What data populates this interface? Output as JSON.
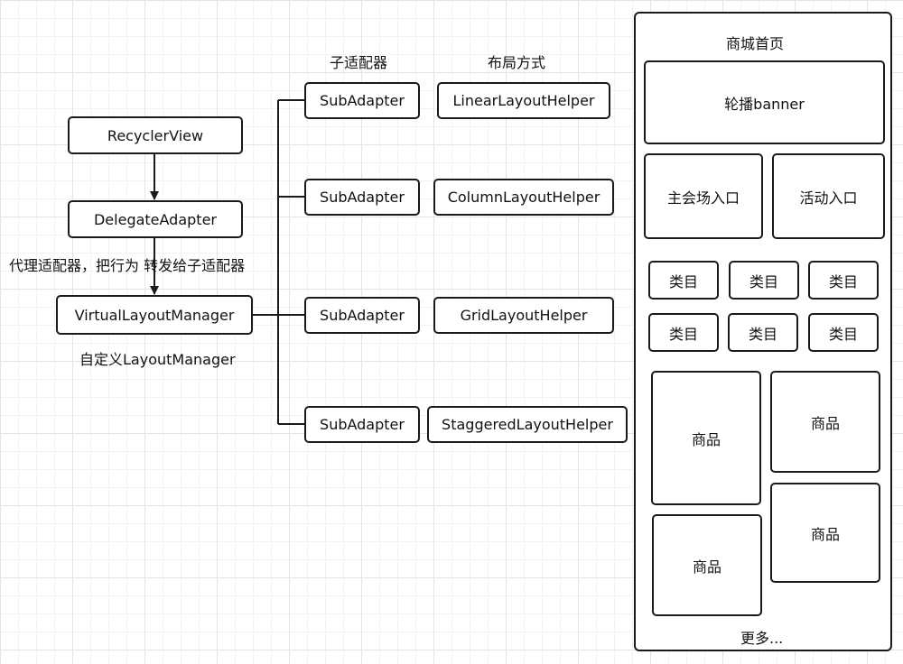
{
  "headers": {
    "sub_adapter": "子适配器",
    "layout_method": "布局方式"
  },
  "left": {
    "recycler_view": "RecyclerView",
    "delegate_adapter": "DelegateAdapter",
    "delegate_note": "代理适配器，把行为 转发给子适配器",
    "virtual_layout_manager": "VirtualLayoutManager",
    "custom_note": "自定义LayoutManager"
  },
  "rows": [
    {
      "adapter": "SubAdapter",
      "helper": "LinearLayoutHelper"
    },
    {
      "adapter": "SubAdapter",
      "helper": "ColumnLayoutHelper"
    },
    {
      "adapter": "SubAdapter",
      "helper": "GridLayoutHelper"
    },
    {
      "adapter": "SubAdapter",
      "helper": "StaggeredLayoutHelper"
    }
  ],
  "homepage": {
    "title": "商城首页",
    "banner": "轮播banner",
    "main_entry": "主会场入口",
    "activity_entry": "活动入口",
    "categories": [
      "类目",
      "类目",
      "类目",
      "类目",
      "类目",
      "类目"
    ],
    "products": [
      "商品",
      "商品",
      "商品",
      "商品"
    ],
    "more": "更多..."
  },
  "colors": {
    "stroke": "#1a1a1a",
    "grid_major": "#e4e4e4",
    "grid_minor": "#f2f2f2"
  }
}
